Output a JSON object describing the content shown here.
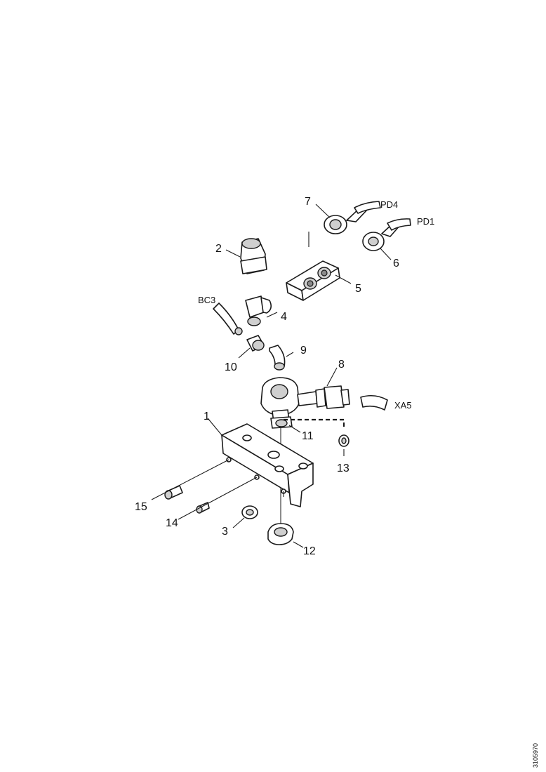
{
  "callouts": {
    "c1": "1",
    "c2": "2",
    "c3": "3",
    "c4": "4",
    "c5": "5",
    "c6": "6",
    "c7": "7",
    "c8": "8",
    "c9": "9",
    "c10": "10",
    "c11": "11",
    "c12": "12",
    "c13": "13",
    "c14": "14",
    "c15": "15"
  },
  "line_tags": {
    "pd4": "PD4",
    "pd1": "PD1",
    "bc3": "BC3",
    "xa5": "XA5"
  },
  "document_id": "3105970"
}
